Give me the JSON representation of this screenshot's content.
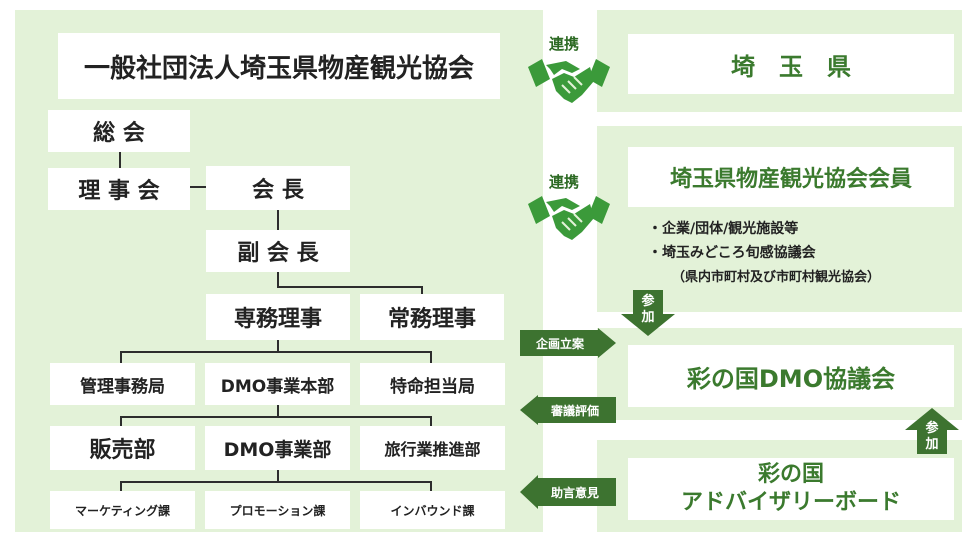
{
  "colors": {
    "panel": "#e3f2d8",
    "green": "#3b7a2e",
    "arrow": "#3d7330",
    "line": "#2d2d2d"
  },
  "org": {
    "title": "一般社団法人埼玉県物産観光協会",
    "general_meeting": "総 会",
    "board": "理 事 会",
    "president": "会 長",
    "vice_president": "副 会 長",
    "exec_director": "専務理事",
    "managing_director": "常務理事",
    "dept_admin": "管理事務局",
    "dept_dmo_hq": "DMO事業本部",
    "dept_special": "特命担当局",
    "sales": "販売部",
    "dmo_business": "DMO事業部",
    "travel": "旅行業推進部",
    "marketing": "マーケティング課",
    "promotion": "プロモーション課",
    "inbound": "インバウンド課"
  },
  "right": {
    "prefecture": "埼　玉　県",
    "members_title": "埼玉県物産観光協会会員",
    "members_items": [
      "・企業/団体/観光施設等",
      "・埼玉みどころ旬感協議会",
      "（県内市町村及び市町村観光協会）"
    ],
    "council": "彩の国DMO協議会",
    "advisory_line1": "彩の国",
    "advisory_line2": "アドバイザリーボード"
  },
  "links": {
    "cooperation_1": "連携",
    "cooperation_2": "連携",
    "planning": "企画立案",
    "evaluation": "審議評価",
    "advice": "助言意見",
    "join_1_a": "参",
    "join_1_b": "加",
    "join_2_a": "参",
    "join_2_b": "加"
  },
  "icons": [
    "handshake-icon",
    "handshake-icon"
  ]
}
